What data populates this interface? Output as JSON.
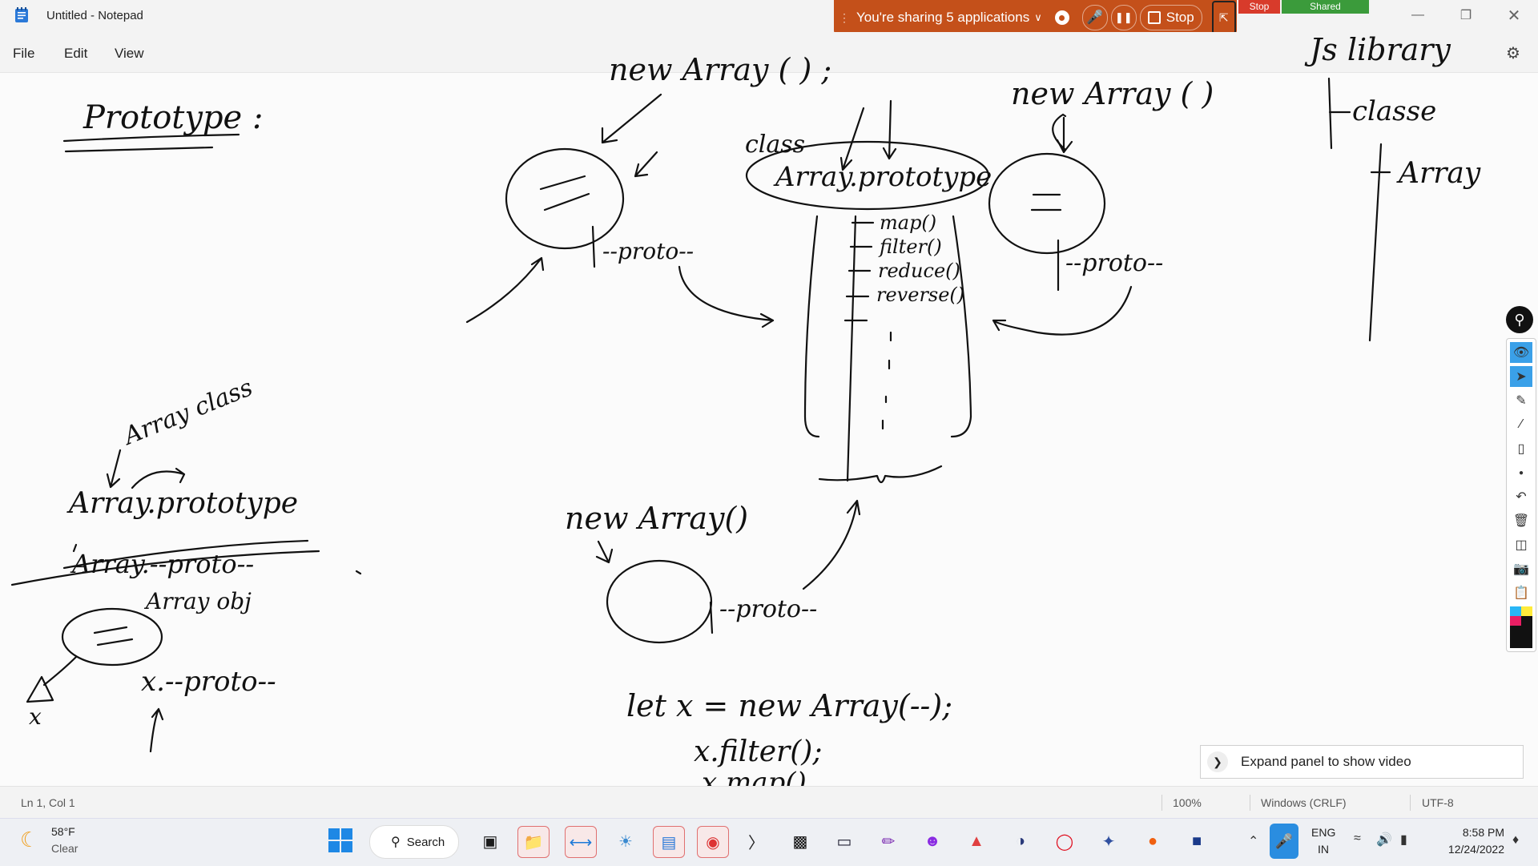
{
  "window": {
    "title": "Untitled - Notepad"
  },
  "sharing": {
    "text": "You're sharing 5 applications",
    "stop_label": "Stop",
    "stop_tag": "Stop",
    "shared_tag": "Shared"
  },
  "menu": {
    "file": "File",
    "edit": "Edit",
    "view": "View"
  },
  "ink": {
    "prototype_heading": "Prototype :",
    "new_array_top_left": "new Array ( ) ;",
    "class_label": "class",
    "array_prototype": "Array.prototype",
    "new_array_top_right": "new Array ( )",
    "js_library": "Js library",
    "classe": "classe",
    "array_label": "Array",
    "methods": [
      "map()",
      "filter()",
      "reduce()",
      "reverse()"
    ],
    "proto_1": "--proto--",
    "proto_2": "--proto--",
    "proto_3": "--proto--",
    "array_class": "Array class",
    "array_prototype_2": "Array.prototype",
    "array_proto_struck": "Array.--proto--",
    "array_obj": "Array obj",
    "x_label": "x",
    "x_proto": "x.--proto--",
    "new_array_bottom": "new Array()",
    "let_line": "let  x = new Array(--);",
    "filter_line": "x.filter();",
    "map_line": "x.map()"
  },
  "expand_panel": {
    "label": "Expand panel to show video"
  },
  "status": {
    "position": "Ln 1, Col 1",
    "zoom": "100%",
    "line_ending": "Windows (CRLF)",
    "encoding": "UTF-8"
  },
  "taskbar": {
    "weather_temp": "58°F",
    "weather_desc": "Clear",
    "search_label": "Search",
    "lang_top": "ENG",
    "lang_bottom": "IN",
    "time": "8:58 PM",
    "date": "12/24/2022"
  }
}
